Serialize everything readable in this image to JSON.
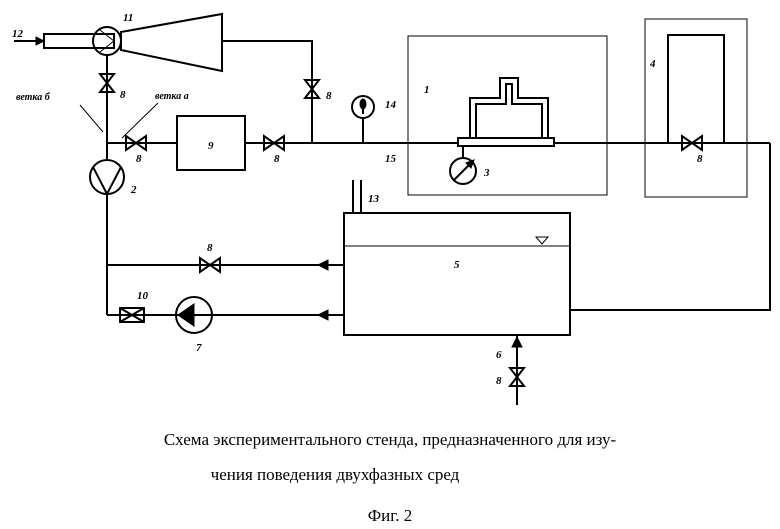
{
  "labels": {
    "n1": "1",
    "n2": "2",
    "n3": "3",
    "n4": "4",
    "n5": "5",
    "n6": "6",
    "n7": "7",
    "n8": "8",
    "n9": "9",
    "n10": "10",
    "n11": "11",
    "n12": "12",
    "n13": "13",
    "n14": "14",
    "n15": "15",
    "vetka_b": "ветка б",
    "vetka_a": "ветка а"
  },
  "caption": {
    "line1": "Схема экспериментального стенда, предназначенного для изу-",
    "line2": "чения поведения двухфазных сред",
    "figure": "Фиг. 2"
  }
}
